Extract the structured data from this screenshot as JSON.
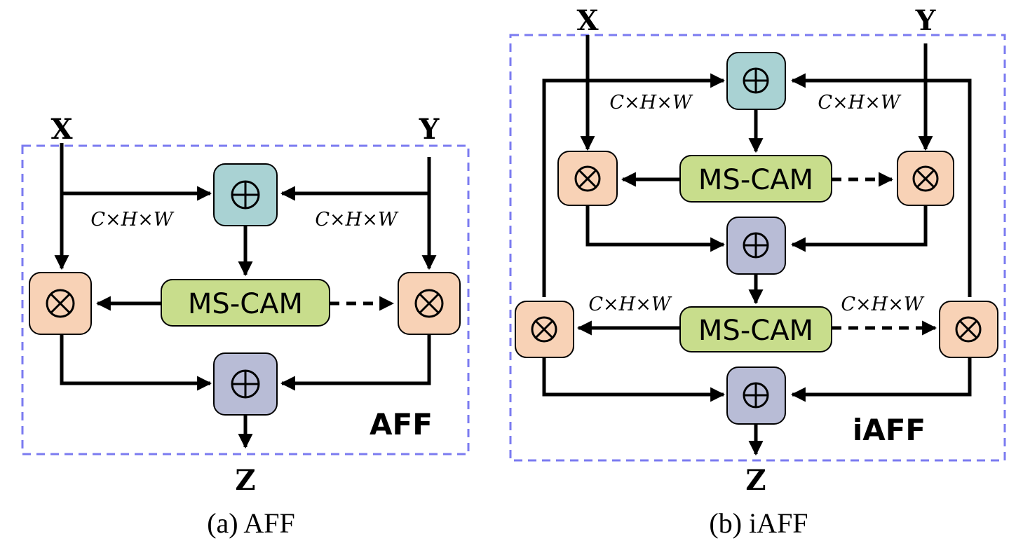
{
  "panels": {
    "aff": {
      "input_x": "X",
      "input_y": "Y",
      "output_z": "Z",
      "dim_left": "C×H×W",
      "dim_right": "C×H×W",
      "cam_label": "MS-CAM",
      "tag": "AFF",
      "caption": "(a) AFF"
    },
    "iaff": {
      "input_x": "X",
      "input_y": "Y",
      "output_z": "Z",
      "dim_top_left": "C×H×W",
      "dim_top_right": "C×H×W",
      "dim_mid_left": "C×H×W",
      "dim_mid_right": "C×H×W",
      "cam1_label": "MS-CAM",
      "cam2_label": "MS-CAM",
      "tag": "iAFF",
      "caption": "(b) iAFF"
    }
  },
  "colors": {
    "add_top": "#a9d2d3",
    "add_bottom": "#b8bcd6",
    "multiply": "#f8d2b6",
    "ms_cam": "#c8dd8c",
    "frame": "#7b7bf0"
  },
  "icons": {
    "add": "circled-plus-icon",
    "multiply": "circled-times-icon"
  }
}
